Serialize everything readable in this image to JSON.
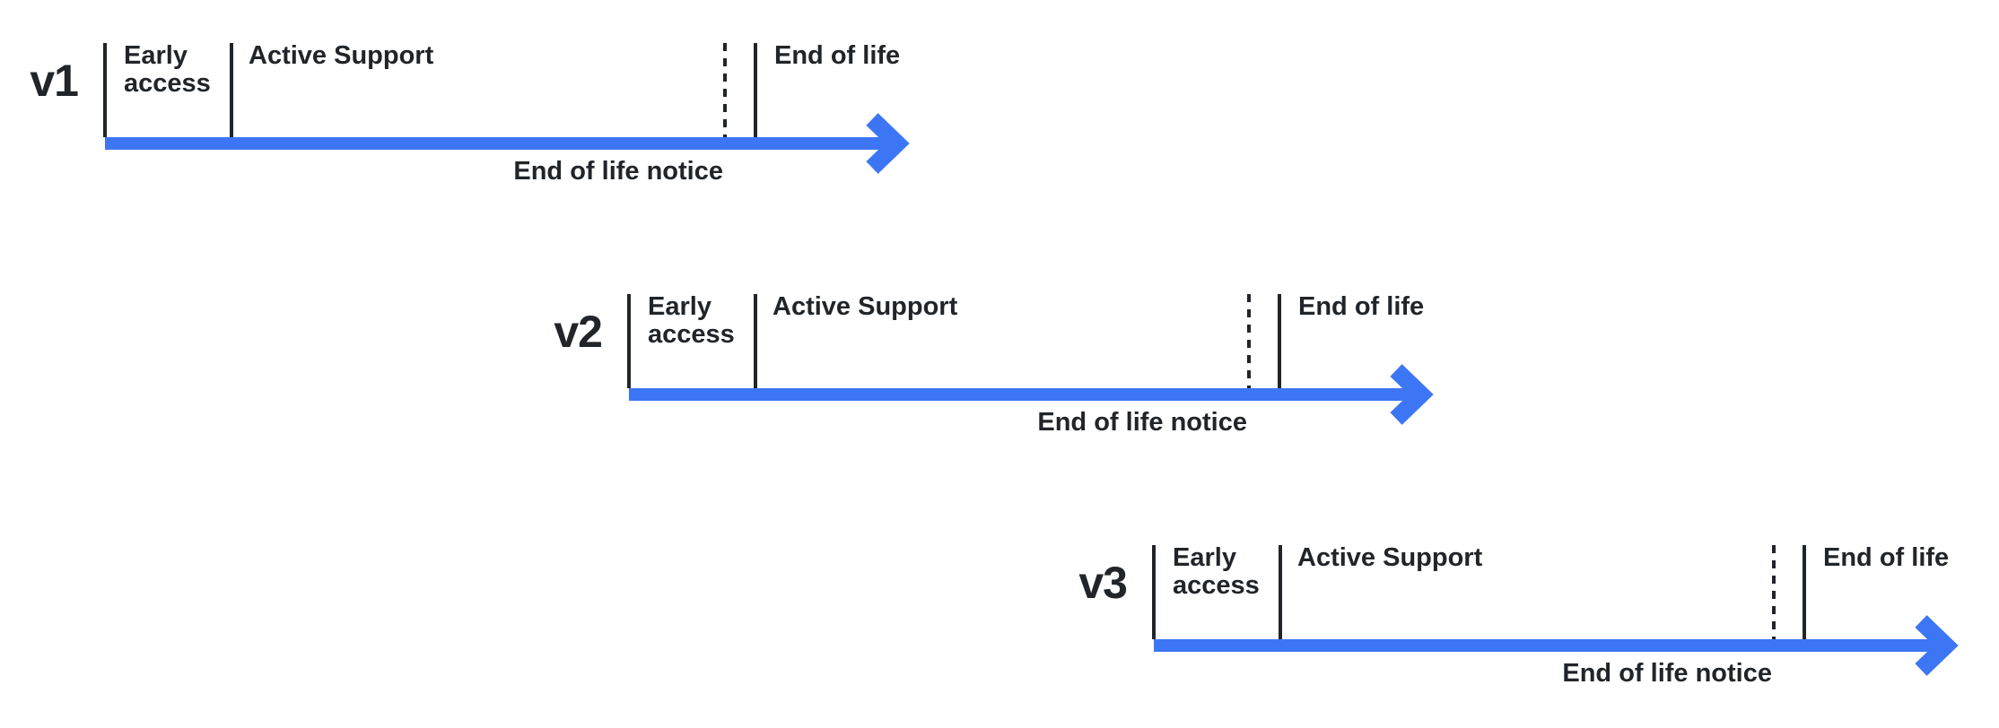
{
  "colors": {
    "accent_arrow": "#3d76f5",
    "text": "#212529",
    "background": "#ffffff"
  },
  "timelines": [
    {
      "version": "v1",
      "early_access": "Early access",
      "active_support": "Active Support",
      "end_of_life": "End of life",
      "eol_notice": "End of life notice"
    },
    {
      "version": "v2",
      "early_access": "Early access",
      "active_support": "Active Support",
      "end_of_life": "End of life",
      "eol_notice": "End of life notice"
    },
    {
      "version": "v3",
      "early_access": "Early access",
      "active_support": "Active Support",
      "end_of_life": "End of life",
      "eol_notice": "End of life notice"
    }
  ]
}
